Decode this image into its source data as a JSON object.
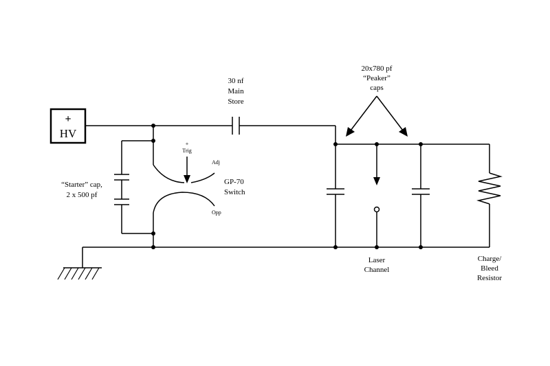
{
  "hv_box": {
    "plus": "+",
    "label": "HV"
  },
  "main_store": {
    "line1": "30 nf",
    "line2": "Main",
    "line3": "Store"
  },
  "peaker": {
    "line1": "20x780 pf",
    "line2": "“Peaker”",
    "line3": "caps"
  },
  "starter": {
    "line1": "“Starter” cap,",
    "line2": "2 x 500 pf"
  },
  "switch": {
    "trig_plus": "+",
    "trig": "Trig",
    "adj": "Adj",
    "opp": "Opp",
    "line1": "GP-70",
    "line2": "Switch"
  },
  "laser_channel": {
    "line1": "Laser",
    "line2": "Channel"
  },
  "resistor": {
    "line1": "Charge/",
    "line2": "Bleed",
    "line3": "Resistor"
  }
}
